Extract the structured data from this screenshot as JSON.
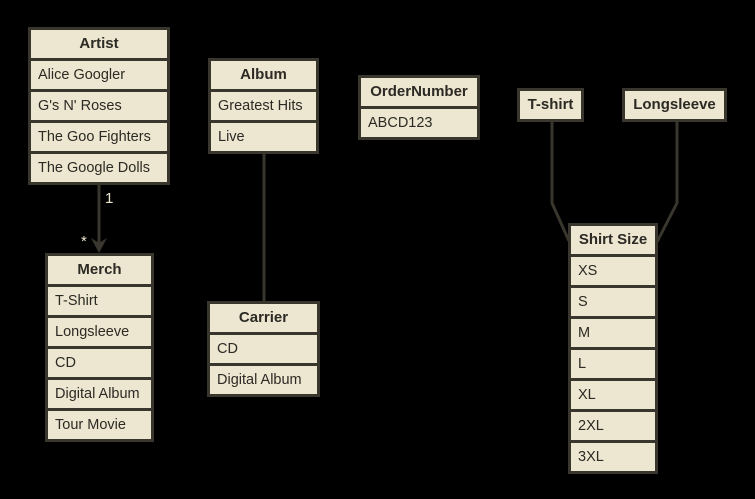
{
  "diagram": {
    "background": "#000000",
    "colors": {
      "node_fill": "#EDE6D0",
      "node_border": "#38362D",
      "node_text": "#2B2A24",
      "connector": "#38362D",
      "connector_label": "#EDE6D0"
    },
    "entities": {
      "artist": {
        "title": "Artist",
        "rows": [
          "Alice Googler",
          "G's N' Roses",
          "The Goo Fighters",
          "The Google Dolls"
        ]
      },
      "album": {
        "title": "Album",
        "rows": [
          "Greatest Hits",
          "Live"
        ]
      },
      "order_number": {
        "title": "OrderNumber",
        "rows": [
          "ABCD123"
        ]
      },
      "tshirt": {
        "title": "T-shirt",
        "rows": []
      },
      "longsleeve": {
        "title": "Longsleeve",
        "rows": []
      },
      "merch": {
        "title": "Merch",
        "rows": [
          "T-Shirt",
          "Longsleeve",
          "CD",
          "Digital Album",
          "Tour Movie"
        ]
      },
      "carrier": {
        "title": "Carrier",
        "rows": [
          "CD",
          "Digital Album"
        ]
      },
      "shirt_size": {
        "title": "Shirt Size",
        "rows": [
          "XS",
          "S",
          "M",
          "L",
          "XL",
          "2XL",
          "3XL"
        ]
      }
    },
    "connections": [
      {
        "from": "Artist",
        "to": "Merch",
        "source_label": "1",
        "target_label": "*",
        "arrow": "target"
      },
      {
        "from": "Album",
        "to": "Carrier"
      },
      {
        "from": "T-shirt",
        "to": "Shirt Size"
      },
      {
        "from": "Longsleeve",
        "to": "Shirt Size"
      }
    ]
  }
}
